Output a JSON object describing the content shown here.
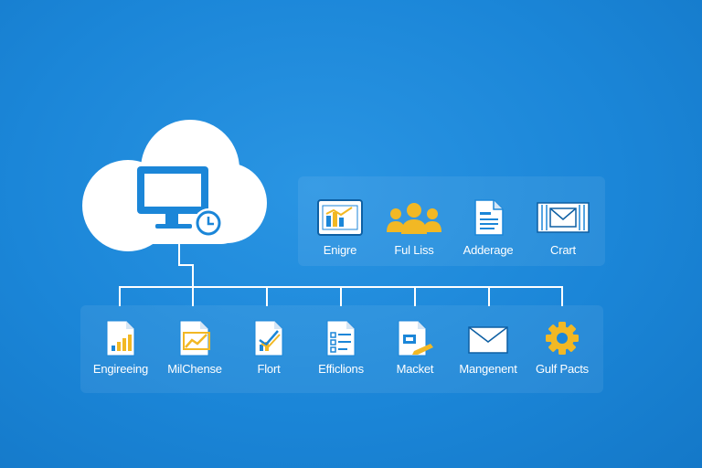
{
  "colors": {
    "background": "#1b86d8",
    "cloud": "#ffffff",
    "accent_blue": "#1b86d8",
    "accent_yellow": "#f2b824",
    "connector": "#ffffff"
  },
  "cloud": {
    "icon": "computer-clock-icon"
  },
  "top_row": [
    {
      "label": "Enigre",
      "icon": "tablet-chart-icon"
    },
    {
      "label": "Ful Liss",
      "icon": "users-group-icon"
    },
    {
      "label": "Adderage",
      "icon": "document-icon"
    },
    {
      "label": "Crart",
      "icon": "mail-tray-icon"
    }
  ],
  "bottom_row": [
    {
      "label": "Engireeing",
      "icon": "document-bar-chart-icon"
    },
    {
      "label": "MilChense",
      "icon": "document-trend-chart-icon"
    },
    {
      "label": "Flort",
      "icon": "document-check-chart-icon"
    },
    {
      "label": "Efficlions",
      "icon": "document-checklist-icon"
    },
    {
      "label": "Macket",
      "icon": "document-edit-icon"
    },
    {
      "label": "Mangenent",
      "icon": "envelope-icon"
    },
    {
      "label": "Gulf Pacts",
      "icon": "gear-icon"
    }
  ]
}
